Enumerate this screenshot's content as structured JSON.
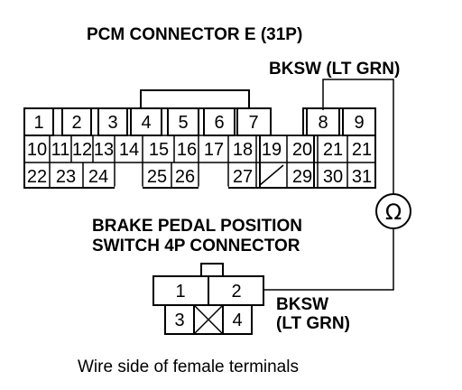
{
  "pcm_connector": {
    "title": "PCM CONNECTOR E (31P)",
    "wire_label": "BKSW (LT GRN)",
    "row1": [
      "1",
      "2",
      "3",
      "4",
      "5",
      "6",
      "7",
      "8",
      "9"
    ],
    "row2": [
      "10",
      "11",
      "12",
      "13",
      "14",
      "15",
      "16",
      "17",
      "18",
      "19",
      "20",
      "21"
    ],
    "row3": [
      "22",
      "23",
      "24",
      "25",
      "26",
      "27",
      "29",
      "30",
      "31"
    ]
  },
  "meter": {
    "symbol": "Ω"
  },
  "switch_connector": {
    "title_line1": "BRAKE PEDAL POSITION",
    "title_line2": "SWITCH 4P CONNECTOR",
    "wire_label_line1": "BKSW",
    "wire_label_line2": "(LT GRN)",
    "pins_top": [
      "1",
      "2"
    ],
    "pins_bottom": [
      "3",
      "4"
    ]
  },
  "caption": "Wire side of female terminals"
}
